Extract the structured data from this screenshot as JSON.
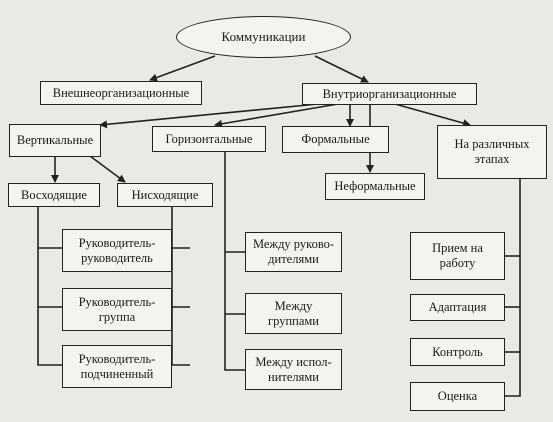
{
  "root": "Коммуникации",
  "external": "Внешнеорганизационные",
  "internal": "Внутриорганизационные",
  "vertical": {
    "label": "Вертикальные",
    "ascending": "Восходящие",
    "descending": "Нисходящие",
    "items": [
      "Руководитель-\nруководитель",
      "Руководитель-\nгруппа",
      "Руководитель-\nподчиненный"
    ]
  },
  "horizontal": {
    "label": "Горизонтальные",
    "items": [
      "Между руково-\nдителями",
      "Между\nгруппами",
      "Между испол-\nнителями"
    ]
  },
  "formal": "Формальные",
  "informal": "Неформальные",
  "stages": {
    "label": "На различных\nэтапах",
    "items": [
      "Прием на\nработу",
      "Адаптация",
      "Контроль",
      "Оценка"
    ]
  }
}
